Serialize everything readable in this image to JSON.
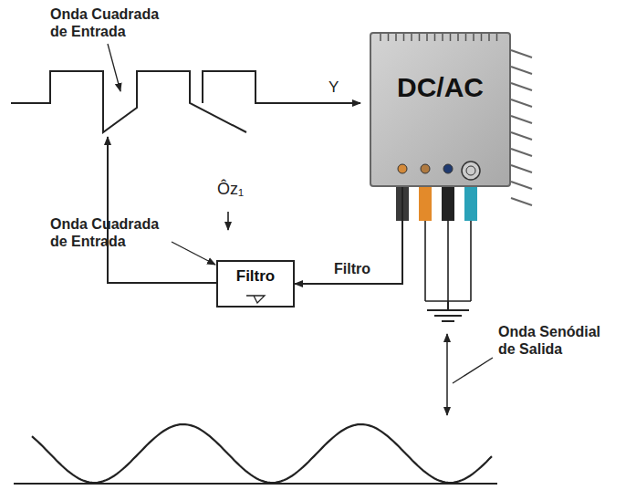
{
  "diagram": {
    "nodes": [
      {
        "text": [
          "DC/AC"
        ]
      },
      {
        "text": [
          "Filtro"
        ]
      }
    ],
    "edges": [
      {
        "from": 0,
        "to": 1,
        "label": "Filtro",
        "arrow": "to"
      }
    ],
    "labels": [
      "Onda Cuadrada de Entrada",
      "Y",
      "Ôz₁",
      "Onda Cuadrada de Entrada",
      "Onda Senódial de Salida"
    ]
  }
}
